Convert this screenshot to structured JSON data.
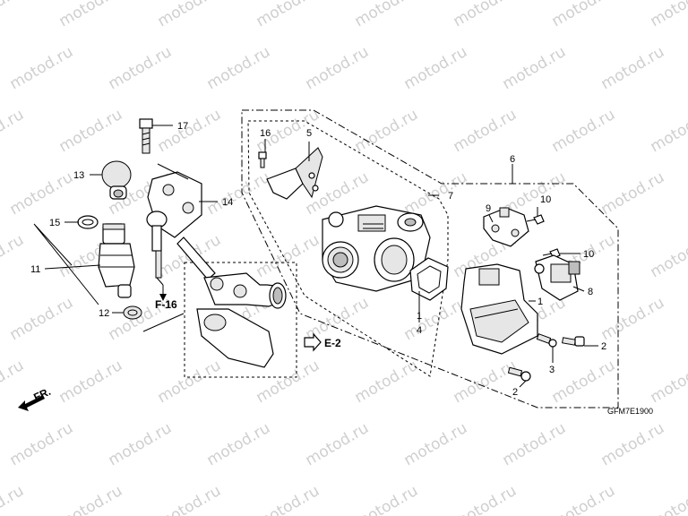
{
  "watermark": "motod.ru",
  "diagram_code": "GFM7E1900",
  "direction_label": "FR.",
  "reference_labels": {
    "f16": "F-16",
    "e2": "E-2"
  },
  "callouts": [
    {
      "id": "c17",
      "text": "17"
    },
    {
      "id": "c16",
      "text": "16"
    },
    {
      "id": "c5",
      "text": "5"
    },
    {
      "id": "c6",
      "text": "6"
    },
    {
      "id": "c13",
      "text": "13"
    },
    {
      "id": "c14",
      "text": "14"
    },
    {
      "id": "c7",
      "text": "7"
    },
    {
      "id": "c10a",
      "text": "10"
    },
    {
      "id": "c9",
      "text": "9"
    },
    {
      "id": "c15",
      "text": "15"
    },
    {
      "id": "c10b",
      "text": "10"
    },
    {
      "id": "c11",
      "text": "11"
    },
    {
      "id": "c8",
      "text": "8"
    },
    {
      "id": "c1a",
      "text": "1"
    },
    {
      "id": "c1b",
      "text": "1"
    },
    {
      "id": "c4",
      "text": "4"
    },
    {
      "id": "c12",
      "text": "12"
    },
    {
      "id": "c2a",
      "text": "2"
    },
    {
      "id": "c3",
      "text": "3"
    },
    {
      "id": "c2b",
      "text": "2"
    }
  ]
}
